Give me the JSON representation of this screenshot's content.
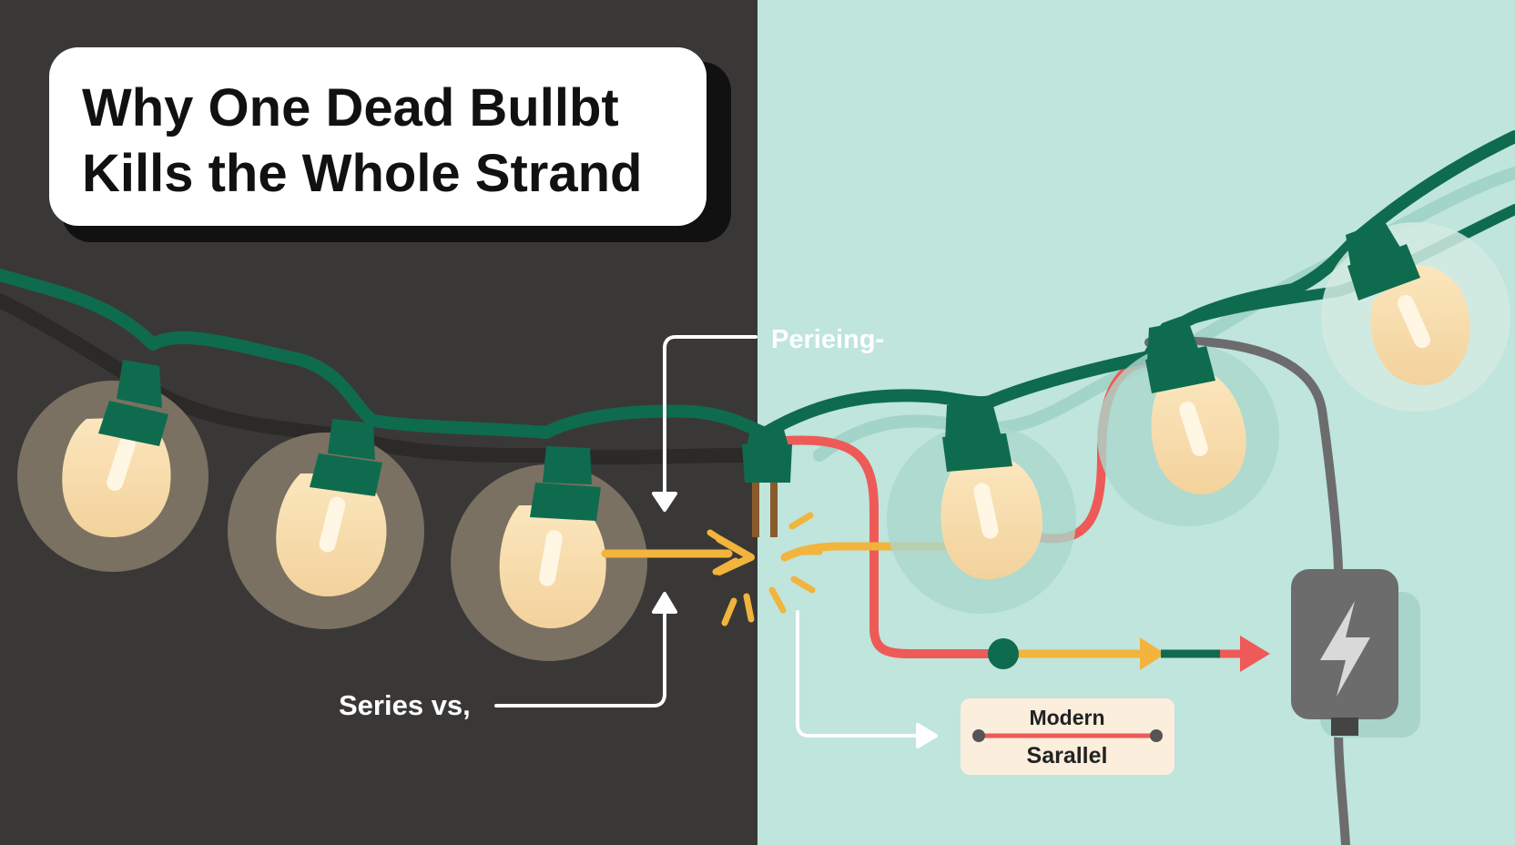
{
  "title": {
    "line1": "Why One Dead Bullbt",
    "line2": "Kills the Whole Strand"
  },
  "labels": {
    "top_callout": "Perieing-",
    "left_callout": "Series vs,",
    "box_top": "Modern",
    "box_bottom": "Sarallel"
  },
  "icons": {
    "power_box": "lightning-bolt-icon"
  },
  "colors": {
    "left_background": "#3a3837",
    "right_background": "#bfe5dc",
    "wire_green": "#0f6b4e",
    "bulb_cream": "#f6dcab",
    "arrow_yellow": "#f2b43c",
    "wire_red": "#ee5a57",
    "outlet_gray": "#6c6c6c"
  }
}
